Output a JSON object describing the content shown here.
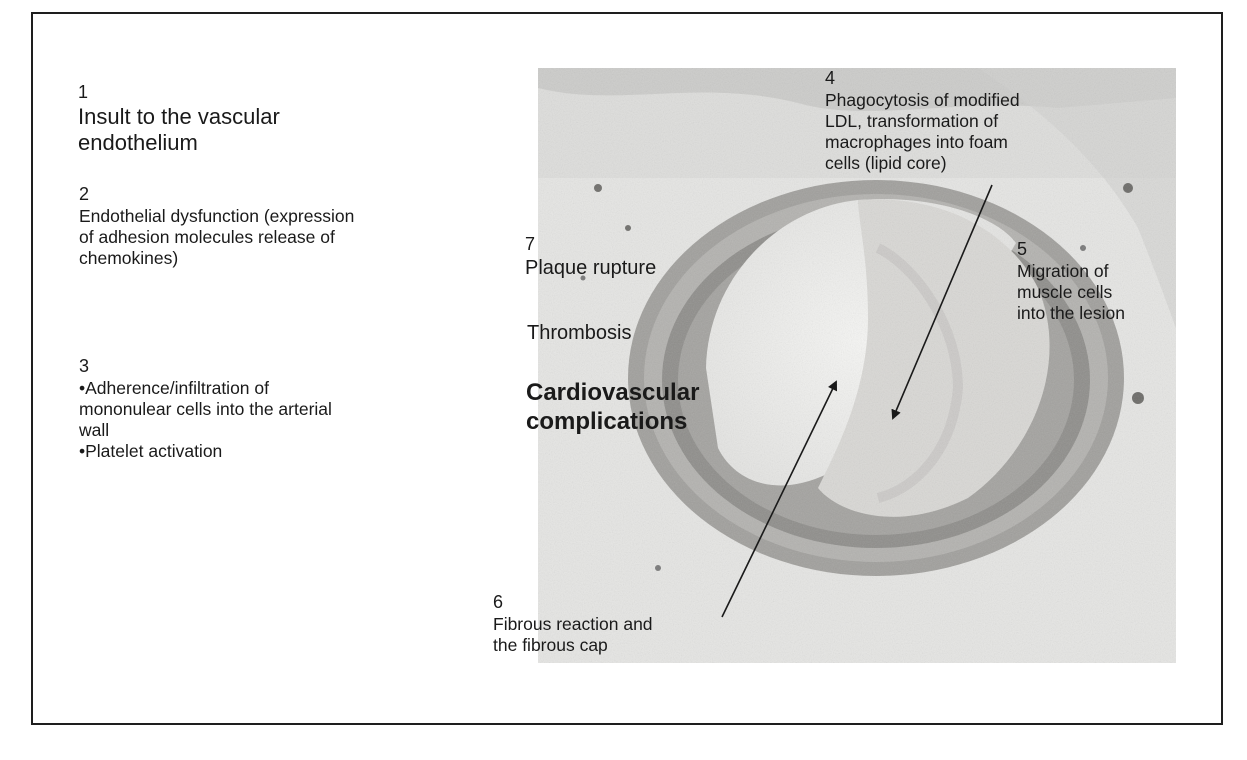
{
  "steps": {
    "s1": {
      "number": "1",
      "text": [
        "Insult to the vascular",
        "endothelium"
      ]
    },
    "s2": {
      "number": "2",
      "text": [
        "Endothelial dysfunction (expression",
        "of adhesion molecules release of",
        "chemokines)"
      ]
    },
    "s3": {
      "number": "3",
      "text": [
        "•Adherence/infiltration of",
        "mononulear cells into the arterial",
        "wall",
        "•Platelet activation"
      ]
    },
    "s4": {
      "number": "4",
      "text": [
        "Phagocytosis of modified",
        "LDL, transformation of",
        "macrophages into foam",
        "cells (lipid core)"
      ]
    },
    "s5": {
      "number": "5",
      "text": [
        "Migration of",
        "muscle cells",
        "into the lesion"
      ]
    },
    "s6": {
      "number": "6",
      "text": [
        "Fibrous reaction and",
        "the fibrous cap"
      ]
    },
    "s7": {
      "number": "7",
      "text": [
        "Plaque rupture"
      ]
    }
  },
  "thrombosis": "Thrombosis",
  "complications": [
    "Cardiovascular",
    "complications"
  ],
  "colors": {
    "border": "#1e1e1e",
    "text": "#1a1a1a",
    "micrograph_bg": "#e8e8e6",
    "vessel_wall": "#9a9a98"
  }
}
